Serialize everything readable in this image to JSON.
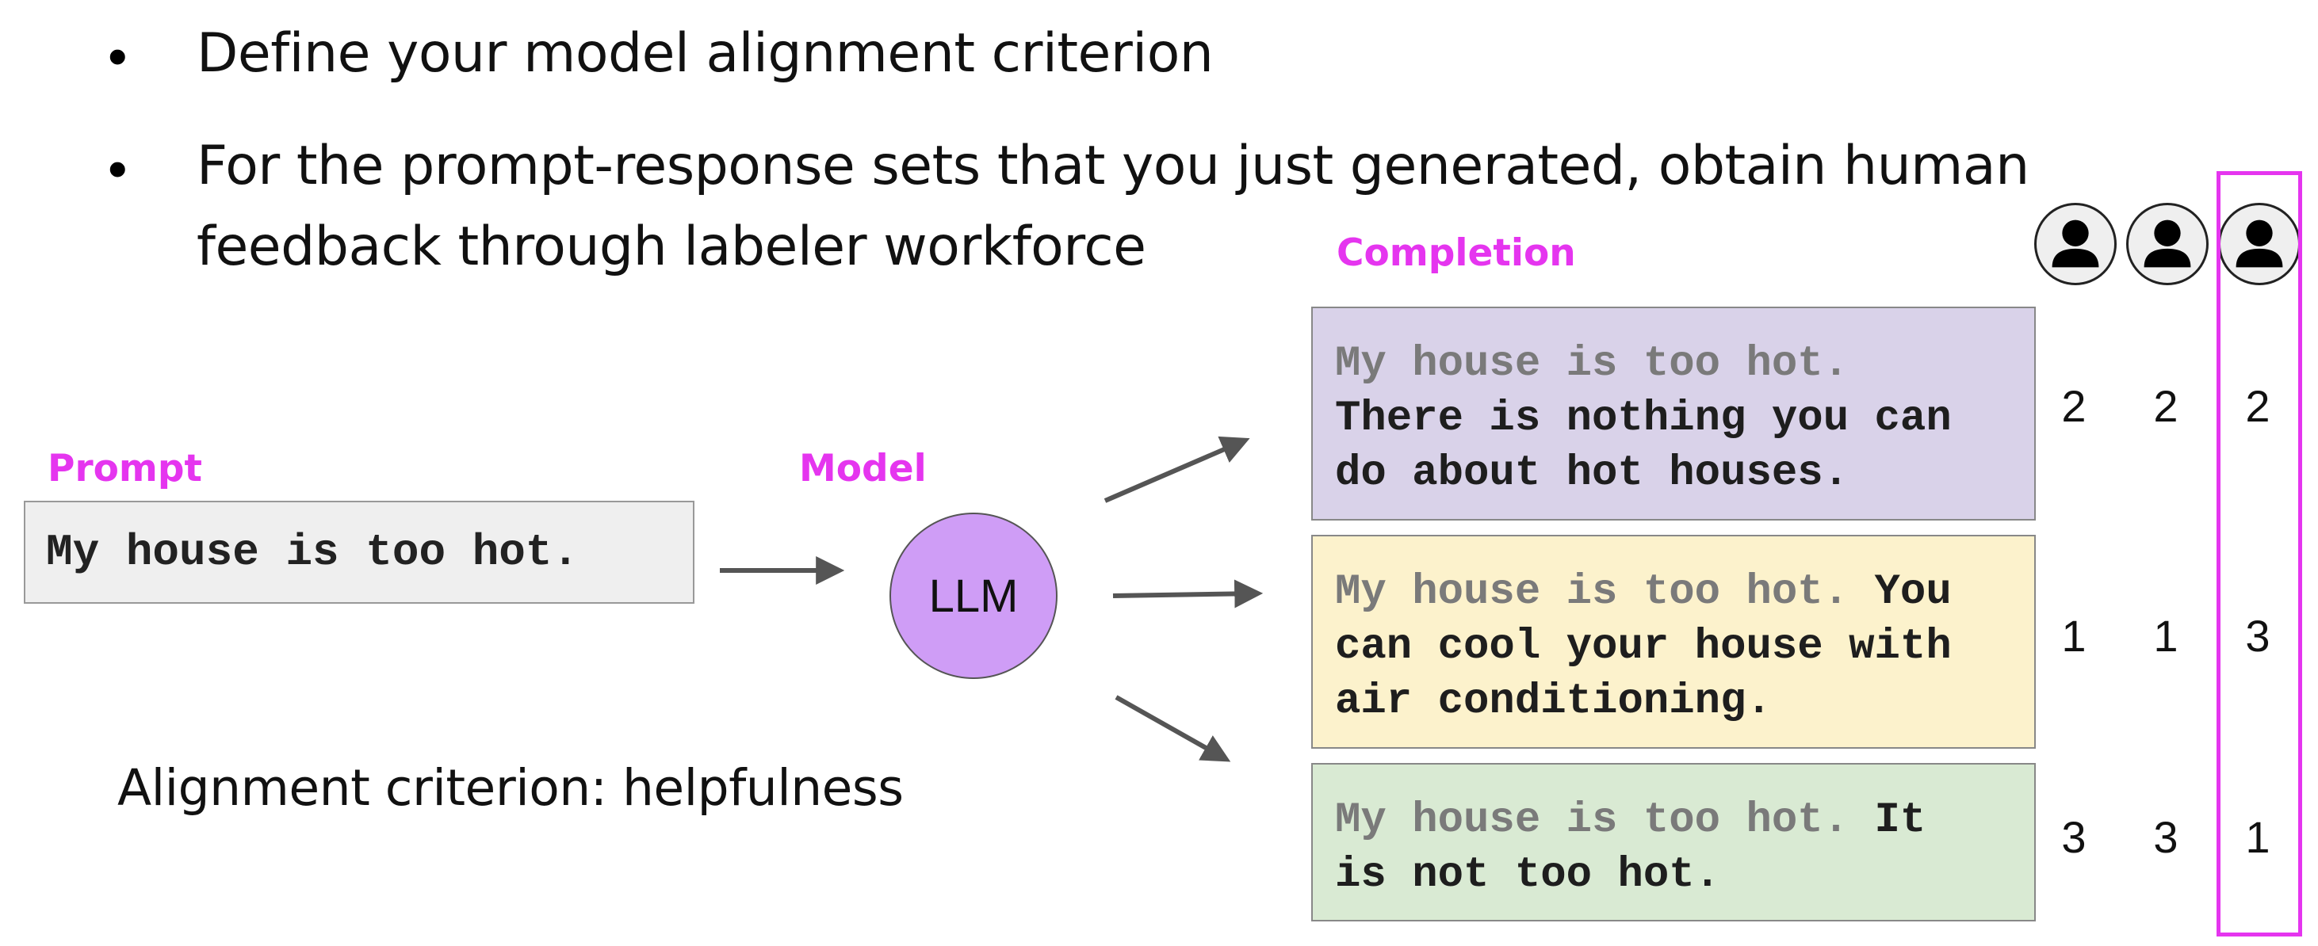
{
  "bullets": [
    "Define your model alignment criterion",
    "For the prompt-response sets that you just generated, obtain human",
    "feedback through labeler workforce"
  ],
  "labels": {
    "completion": "Completion",
    "prompt": "Prompt",
    "model": "Model"
  },
  "prompt_text": "My house is too hot.",
  "model_name": "LLM",
  "completions": [
    {
      "line1_gray": "My house is too hot.",
      "line1_dark": "",
      "rest": "There is nothing you can\ndo about hot houses.",
      "color": "#d9d2e9",
      "scores": [
        "2",
        "2",
        "2"
      ]
    },
    {
      "line1_gray": "My house is too hot.",
      "line1_dark": " You",
      "rest": "can cool your house with\nair conditioning.",
      "color": "#fcf2cc",
      "scores": [
        "1",
        "1",
        "3"
      ]
    },
    {
      "line1_gray": "My house is too hot.",
      "line1_dark": " It",
      "rest": "is not too hot.",
      "color": "#d9ead3",
      "scores": [
        "3",
        "3",
        "1"
      ]
    }
  ],
  "criterion": "Alignment criterion: helpfulness",
  "colors": {
    "accent": "#e535ef",
    "llm": "#cf9df6",
    "prompt_box": "#efefef",
    "arrow": "#555555"
  },
  "icons": [
    "person-icon",
    "person-icon",
    "person-icon"
  ]
}
